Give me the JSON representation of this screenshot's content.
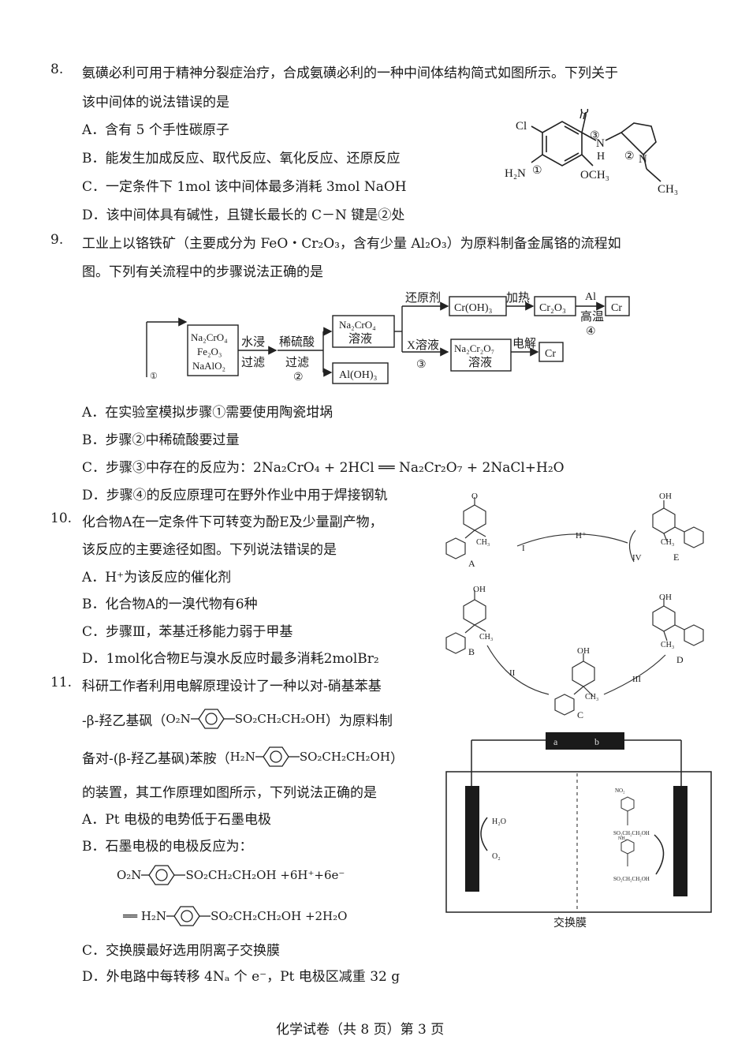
{
  "questions": {
    "q8": {
      "number": "8.",
      "stem_line1": "氨磺必利可用于精神分裂症治疗，合成氨磺必利的一种中间体结构简式如图所示。下列关于",
      "stem_line2": "该中间体的说法错误的是",
      "options": {
        "A": "A．含有 5 个手性碳原子",
        "B": "B．能发生加成反应、取代反应、氧化反应、还原反应",
        "C": "C．一定条件下 1mol 该中间体最多消耗 3mol NaOH",
        "D": "D．该中间体具有碱性，且键长最长的 C－N 键是②处"
      },
      "structure_labels": {
        "cl": "Cl",
        "o": "O",
        "h2n": "H₂N",
        "och3": "OCH₃",
        "n_amide": "N",
        "h": "H",
        "n_ring": "N",
        "ch3": "CH₃",
        "mark1": "①",
        "mark2": "②",
        "mark3": "③"
      }
    },
    "q9": {
      "number": "9.",
      "stem_line1": "工业上以铬铁矿（主要成分为 FeO・Cr₂O₃，含有少量 Al₂O₃）为原料制备金属铬的流程如",
      "stem_line2": "图。下列有关流程中的步骤说法正确的是",
      "flow": {
        "start_mark": "①",
        "box1_line1": "Na₂CrO₄",
        "box1_line2": "Fe₂O₃",
        "box1_line3": "NaAlO₂",
        "step_water_1": "水浸",
        "step_water_2": "过滤",
        "step_acid_1": "稀硫酸",
        "step_acid_2": "过滤",
        "step_acid_mark": "②",
        "box2_line1": "Na₂CrO₄",
        "box2_line2": "溶液",
        "box3": "Al(OH)₃",
        "reductant": "还原剂",
        "box4": "Cr(OH)₃",
        "heat": "加热",
        "box5": "Cr₂O₃",
        "al": "Al",
        "high_temp": "高温",
        "mark4": "④",
        "box6": "Cr",
        "x_solution": "X溶液",
        "mark3": "③",
        "box7_line1": "Na₂Cr₂O₇",
        "box7_line2": "溶液",
        "electrolysis": "电解",
        "box8": "Cr"
      },
      "options": {
        "A": "A．在实验室模拟步骤①需要使用陶瓷坩埚",
        "B": "B．步骤②中稀硫酸要过量",
        "C": "C．步骤③中存在的反应为：2Na₂CrO₄ + 2HCl ══ Na₂Cr₂O₇ + 2NaCl+H₂O",
        "D": "D．步骤④的反应原理可在野外作业中用于焊接钢轨"
      }
    },
    "q10": {
      "number": "10.",
      "stem_line1": "化合物A在一定条件下可转变为酚E及少量副产物，",
      "stem_line2": "该反应的主要途径如图。下列说法错误的是",
      "options": {
        "A": "A．H⁺为该反应的催化剂",
        "B": "B．化合物A的一溴代物有6种",
        "C": "C．步骤Ⅲ，苯基迁移能力弱于甲基",
        "D": "D．1mol化合物E与溴水反应时最多消耗2molBr₂"
      },
      "cycle_labels": {
        "A": "A",
        "B": "B",
        "C": "C",
        "D": "D",
        "E": "E",
        "step1": "I",
        "step2": "II",
        "step3": "III",
        "step4": "IV",
        "h_plus": "H⁺",
        "o": "O",
        "oh": "OH",
        "ch3": "CH₃"
      }
    },
    "q11": {
      "number": "11.",
      "stem_line1": "科研工作者利用电解原理设计了一种以对-硝基苯基",
      "stem_line2_a": "-β-羟乙基砜（",
      "stem_line2_formula_left": "O₂N",
      "stem_line2_formula_right": "SO₂CH₂CH₂OH",
      "stem_line2_b": "）为原料制",
      "stem_line3_a": "备对-(β-羟乙基砜)苯胺（",
      "stem_line3_formula_left": "H₂N",
      "stem_line3_formula_right": "SO₂CH₂CH₂OH",
      "stem_line3_b": "）",
      "stem_line4": "的装置，其工作原理如图所示，下列说法正确的是",
      "options": {
        "A": "A．Pt 电极的电势低于石墨电极",
        "B": "B．石墨电极的电极反应为：",
        "B_eq1_left": "O₂N",
        "B_eq1_right": "SO₂CH₂CH₂OH +6H⁺+6e⁻",
        "B_eq2_prefix": "══ H₂N",
        "B_eq2_right": "SO₂CH₂CH₂OH +2H₂O",
        "C": "C．交换膜最好选用阴离子交换膜",
        "D": "D．外电路中每转移 4Nₐ 个 e⁻，Pt 电极区减重 32 g"
      },
      "cell": {
        "a": "a",
        "b": "b",
        "h2o": "H₂O",
        "o2": "O₂",
        "no2": "NO₂",
        "so2_top": "SO₂CH₂CH₂OH",
        "nh2": "NH₂",
        "so2_bottom": "SO₂CH₂CH₂OH",
        "membrane": "交换膜"
      }
    }
  },
  "footer": "化学试卷（共 8 页）第 3 页"
}
